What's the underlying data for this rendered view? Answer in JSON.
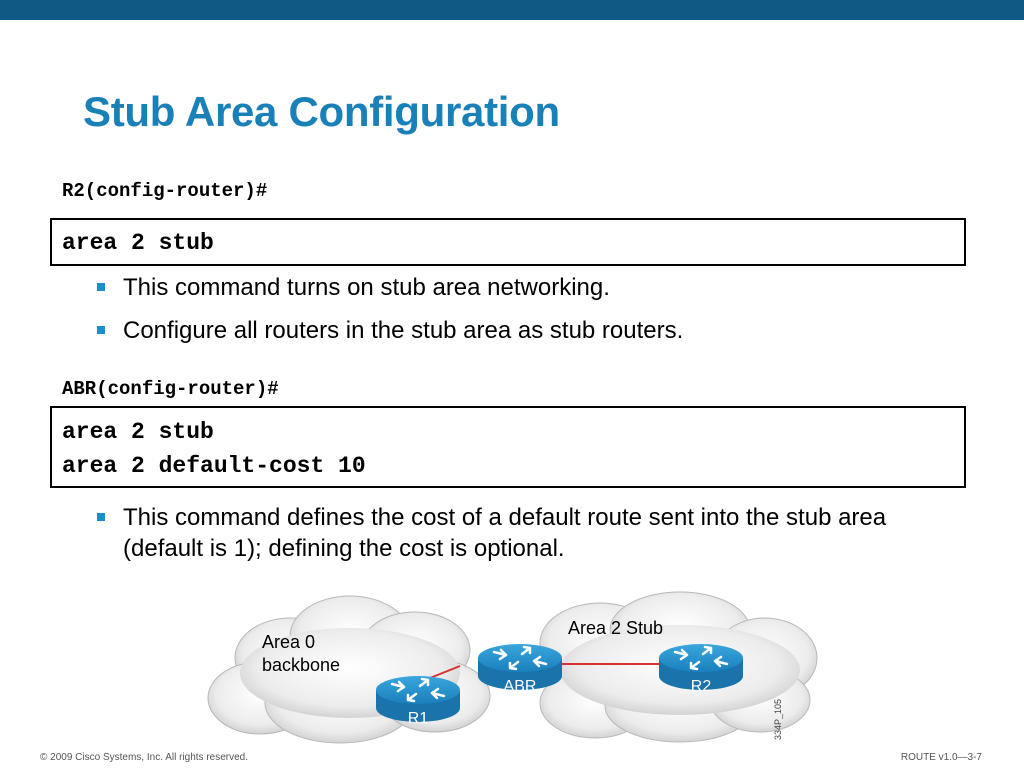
{
  "slide": {
    "title": "Stub Area Configuration",
    "colors": {
      "topbar": "#0e5a84",
      "title": "#1a80b8",
      "bullet": "#1a8fc9",
      "router": "#1a88c4",
      "link": "#d8322e"
    }
  },
  "block1": {
    "prompt": "R2(config-router)#",
    "commands": [
      "area 2 stub"
    ],
    "bullets": [
      "This command turns on stub area networking.",
      "Configure all routers in the stub area as stub routers."
    ]
  },
  "block2": {
    "prompt": "ABR(config-router)#",
    "commands": [
      "area 2 stub",
      "area 2 default-cost 10"
    ],
    "bullets": [
      "This command defines the cost of a default route sent into the stub area (default is 1); defining the cost is optional."
    ]
  },
  "diagram": {
    "area0_line1": "Area 0",
    "area0_line2": "backbone",
    "area2_label": "Area 2 Stub",
    "routers": {
      "r1": "R1",
      "abr": "ABR",
      "r2": "R2"
    },
    "figure_id": "334P_105"
  },
  "footer": {
    "copyright": "© 2009 Cisco Systems, Inc. All rights reserved.",
    "course": "ROUTE v1.0—3-7"
  }
}
